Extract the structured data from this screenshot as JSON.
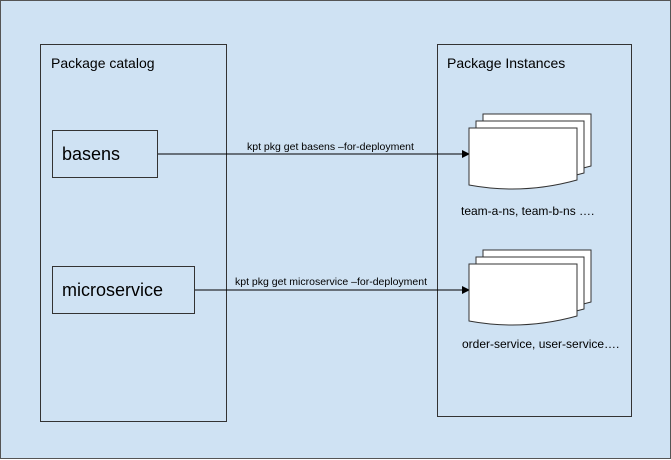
{
  "catalog": {
    "title": "Package catalog",
    "packages": [
      {
        "name": "basens"
      },
      {
        "name": "microservice"
      }
    ]
  },
  "instances": {
    "title": "Package Instances",
    "groups": [
      {
        "caption": "team-a-ns, team-b-ns …."
      },
      {
        "caption": "order-service, user-service…."
      }
    ]
  },
  "commands": [
    {
      "text": "kpt pkg get basens –for-deployment"
    },
    {
      "text": "kpt pkg get microservice –for-deployment"
    }
  ],
  "colors": {
    "background": "#cfe2f3",
    "stroke": "#333333",
    "document_fill": "#ffffff"
  }
}
